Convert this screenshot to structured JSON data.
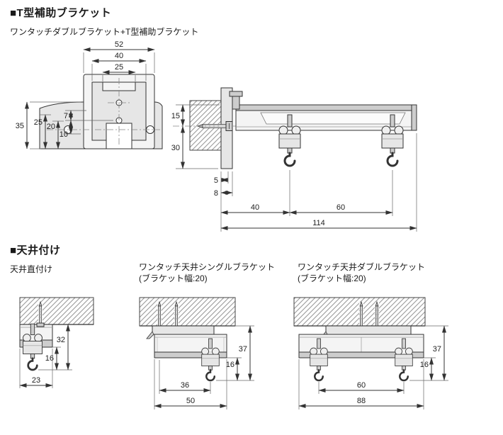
{
  "colors": {
    "accent_dim": "#1f8ca6",
    "line": "#333333"
  },
  "sections": {
    "t_bracket": {
      "title": "■T型補助ブラケット",
      "subtitle": "ワンタッチダブルブラケット+T型補助ブラケット"
    },
    "ceiling": {
      "title": "■天井付け",
      "direct_label": "天井直付け",
      "single_label": "ワンタッチ天井シングルブラケット",
      "single_note": "(ブラケット幅:20)",
      "double_label": "ワンタッチ天井ダブルブラケット",
      "double_note": "(ブラケット幅:20)"
    }
  },
  "dims": {
    "front": {
      "outer_width": "52",
      "mid_width": "40",
      "inner_width": "25",
      "total_height": "35",
      "mid_height": "25",
      "inner_height": "20",
      "hole_offset_a": "7",
      "hole_offset_b": "10"
    },
    "side": {
      "rail_above_center": "15",
      "rail_below_center": "30",
      "wall_offset_a": "5",
      "wall_offset_b": "8",
      "first_runner": "40",
      "runner_spacing": "60",
      "total_length": "114"
    },
    "direct": {
      "total_drop": "32",
      "hook_drop": "16",
      "rail_width": "23"
    },
    "single": {
      "total_drop": "37",
      "hook_drop": "16",
      "inner_span": "36",
      "total_width": "50"
    },
    "double": {
      "total_drop": "37",
      "hook_drop": "16",
      "hook_span": "60",
      "total_width": "88"
    }
  }
}
